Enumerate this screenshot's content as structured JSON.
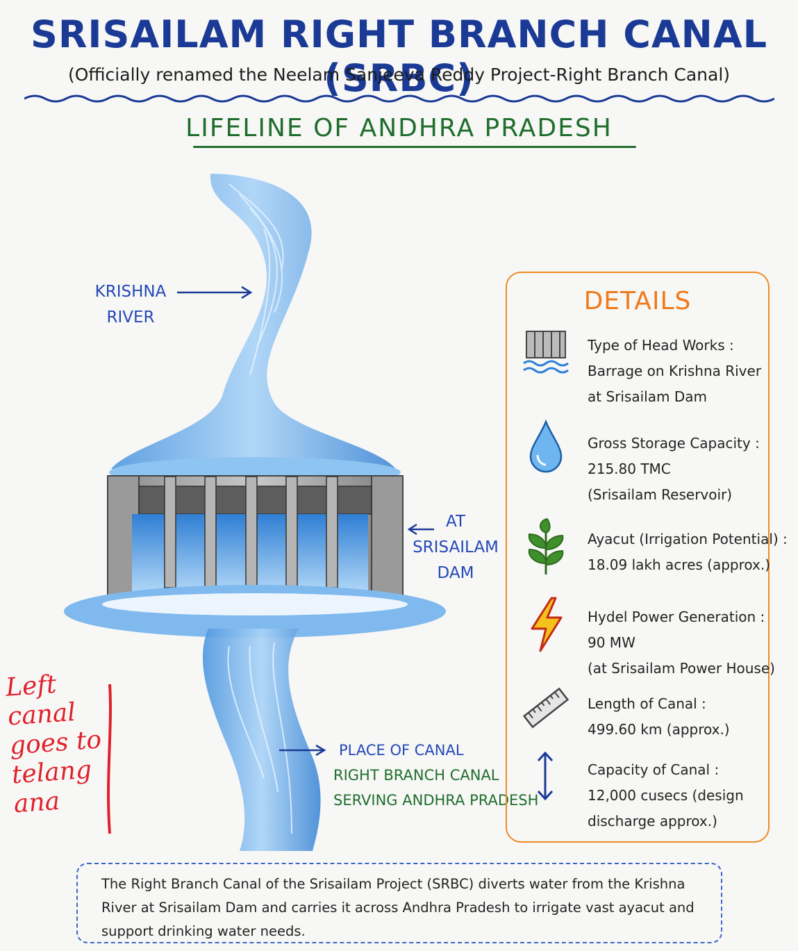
{
  "header": {
    "title": "SRISAILAM RIGHT BRANCH CANAL (SRBC)",
    "subtitle": "(Officially renamed the Neelam Sanjeeva Reddy Project-Right Branch Canal)",
    "tagline": "LIFELINE OF ANDHRA PRADESH"
  },
  "labels": {
    "river": [
      "KRISHNA",
      "RIVER"
    ],
    "dam": [
      "AT",
      "SRISAILAM",
      "DAM"
    ],
    "canal_place": "PLACE OF CANAL",
    "canal_desc": [
      "RIGHT BRANCH CANAL",
      "SERVING ANDHRA PRADESH"
    ]
  },
  "handnote": [
    "Left",
    "canal",
    "goes to",
    "telang",
    "ana"
  ],
  "details": {
    "title": "DETAILS",
    "items": [
      {
        "icon": "dam-icon",
        "lines": [
          "Type of Head Works :",
          "Barrage on Krishna River",
          "at Srisailam Dam"
        ]
      },
      {
        "icon": "water-drop-icon",
        "lines": [
          "Gross Storage Capacity :",
          "215.80 TMC",
          "(Srisailam Reservoir)"
        ]
      },
      {
        "icon": "plant-icon",
        "lines": [
          "Ayacut (Irrigation Potential) :",
          "18.09 lakh acres (approx.)"
        ]
      },
      {
        "icon": "lightning-icon",
        "lines": [
          "Hydel Power Generation :",
          "90 MW",
          "(at Srisailam Power House)"
        ]
      },
      {
        "icon": "ruler-icon",
        "lines": [
          "Length of Canal :",
          "499.60 km (approx.)"
        ]
      },
      {
        "icon": "vertical-arrow-icon",
        "lines": [
          "Capacity of Canal :",
          "12,000 cusecs (design",
          "discharge approx.)"
        ]
      }
    ]
  },
  "summary": "The Right Branch Canal of the Srisailam Project (SRBC) diverts water from the Krishna River at Srisailam Dam and carries it across Andhra Pradesh to irrigate vast ayacut and support drinking water needs.",
  "colors": {
    "title_blue": "#1a3a96",
    "tagline_green": "#1f6e2d",
    "details_orange": "#f08a24",
    "water_blue": "#5aa6e8",
    "note_red": "#e0202b"
  }
}
